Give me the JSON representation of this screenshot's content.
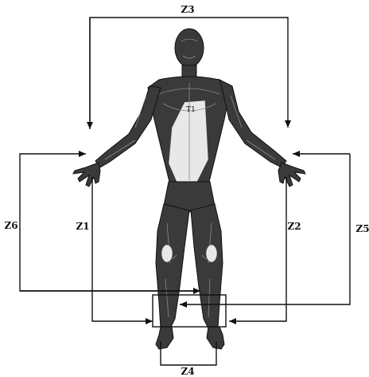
{
  "labels": {
    "z1": "Z1",
    "z2": "Z2",
    "z3": "Z3",
    "z4": "Z4",
    "z5": "Z5",
    "z6": "Z6"
  },
  "figure": {
    "chest_label": "T1"
  },
  "colors": {
    "line": "#111111",
    "body": "#3a3a3a",
    "background": "#ffffff"
  }
}
